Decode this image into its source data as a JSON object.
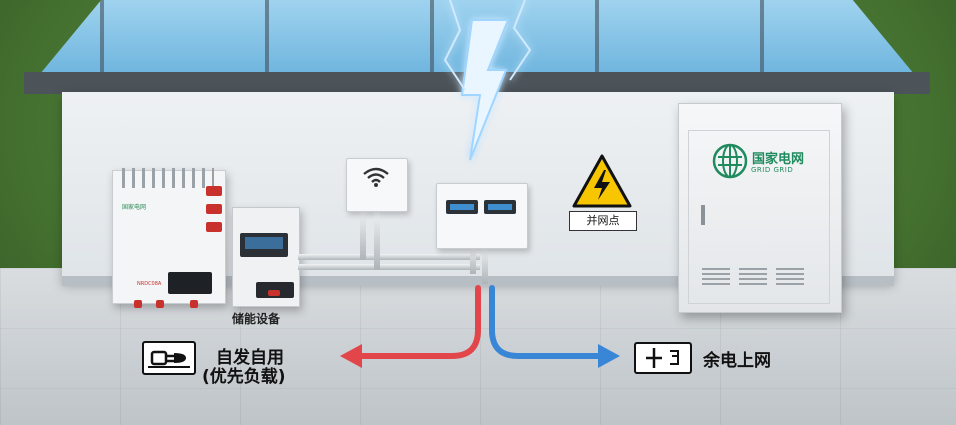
{
  "labels": {
    "storage_device": "储能设备",
    "grid_point": "并网点",
    "self_use_line1": "自发自用",
    "self_use_line2": "(优先负载)",
    "surplus_grid": "余电上网",
    "grid_brand_cn": "国家电网",
    "grid_brand_en": "GRID GRID",
    "inverter_brand": "国家电网",
    "inverter_model": "NRDC08A"
  },
  "icons": {
    "self_use": "plug-load-icon",
    "surplus": "grid-meter-icon",
    "wifi": "wifi-icon",
    "warning": "high-voltage-warning-icon",
    "grid_logo": "state-grid-logo-icon",
    "lightning": "lightning-icon"
  },
  "colors": {
    "self_use_flow": "#e2454a",
    "surplus_flow": "#3a86d6",
    "warning_yellow": "#f7c600",
    "grid_green": "#1f8b5e"
  }
}
